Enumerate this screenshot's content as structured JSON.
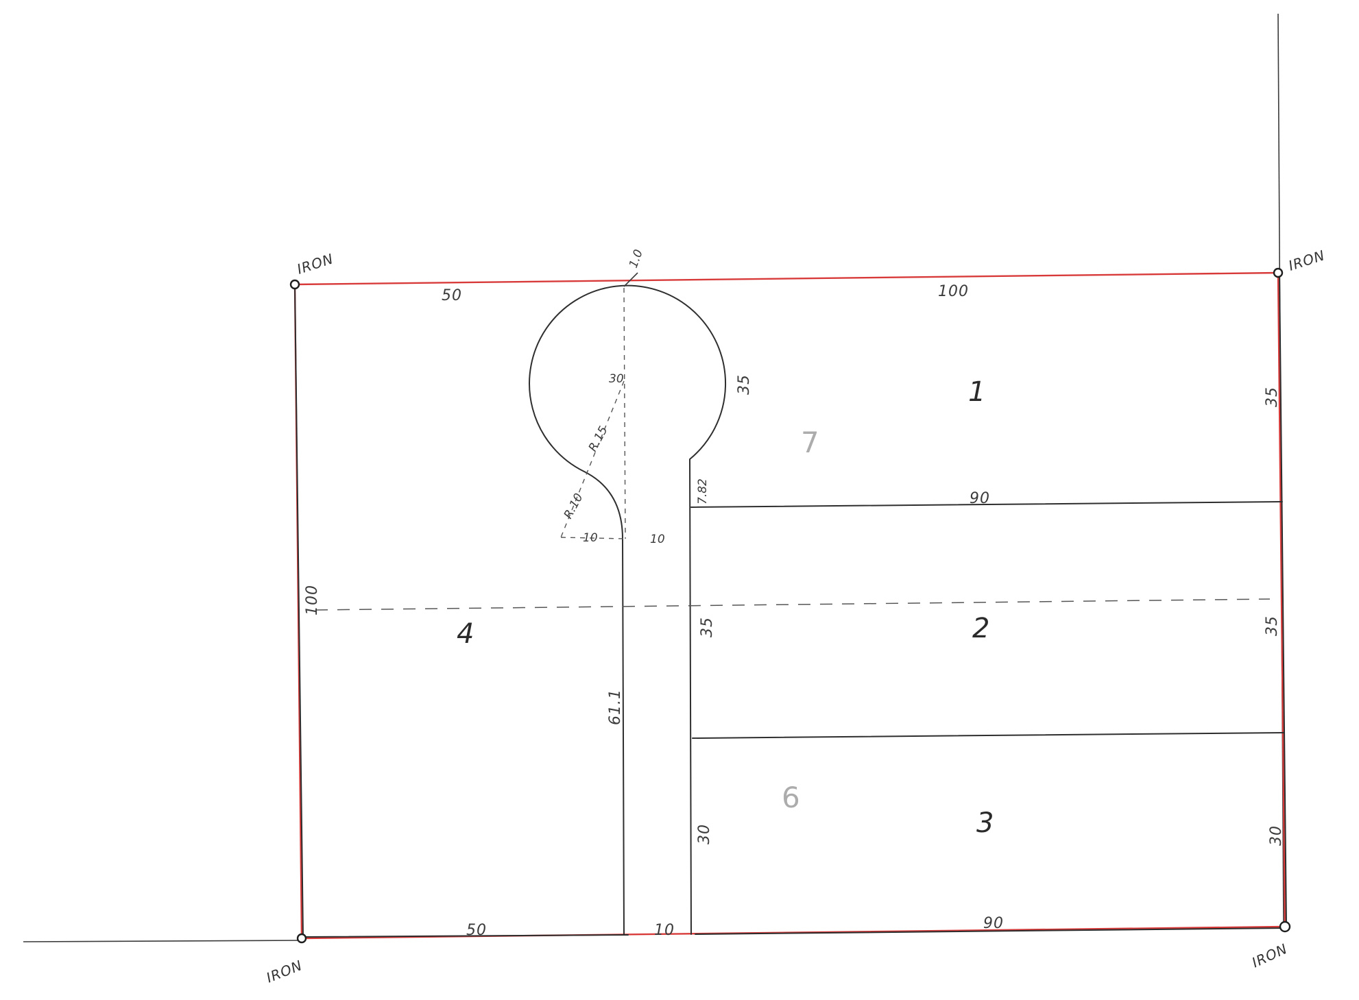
{
  "colors": {
    "ink": "#2e2e2e",
    "boundary": "#d83a3a",
    "paper": "#ffffff"
  },
  "iron_markers": {
    "top_left": "IRON",
    "top_right": "IRON",
    "bottom_left": "IRON",
    "bottom_right": "IRON"
  },
  "lots": {
    "lot1": "1",
    "lot2": "2",
    "lot3": "3",
    "lot4": "4",
    "faint7": "7",
    "faint6": "6"
  },
  "dimensions": {
    "top_left_50": "50",
    "top_right_100": "100",
    "top_tick_10": "1.0",
    "circle_diameter_30": "30",
    "circle_edge_35": "35",
    "radius_15": "R.15",
    "radius_10": "R.10",
    "offset_10_left": "10",
    "offset_10_right": "10",
    "neck_782": "7.82",
    "div1_90": "90",
    "left_100": "100",
    "right_35_upper": "35",
    "right_35_middle": "35",
    "right_30_lower": "30",
    "street_35": "35",
    "street_30": "30",
    "stem_611": "61.1",
    "bottom_left_50": "50",
    "bottom_mid_10": "10",
    "bottom_right_90": "90"
  }
}
